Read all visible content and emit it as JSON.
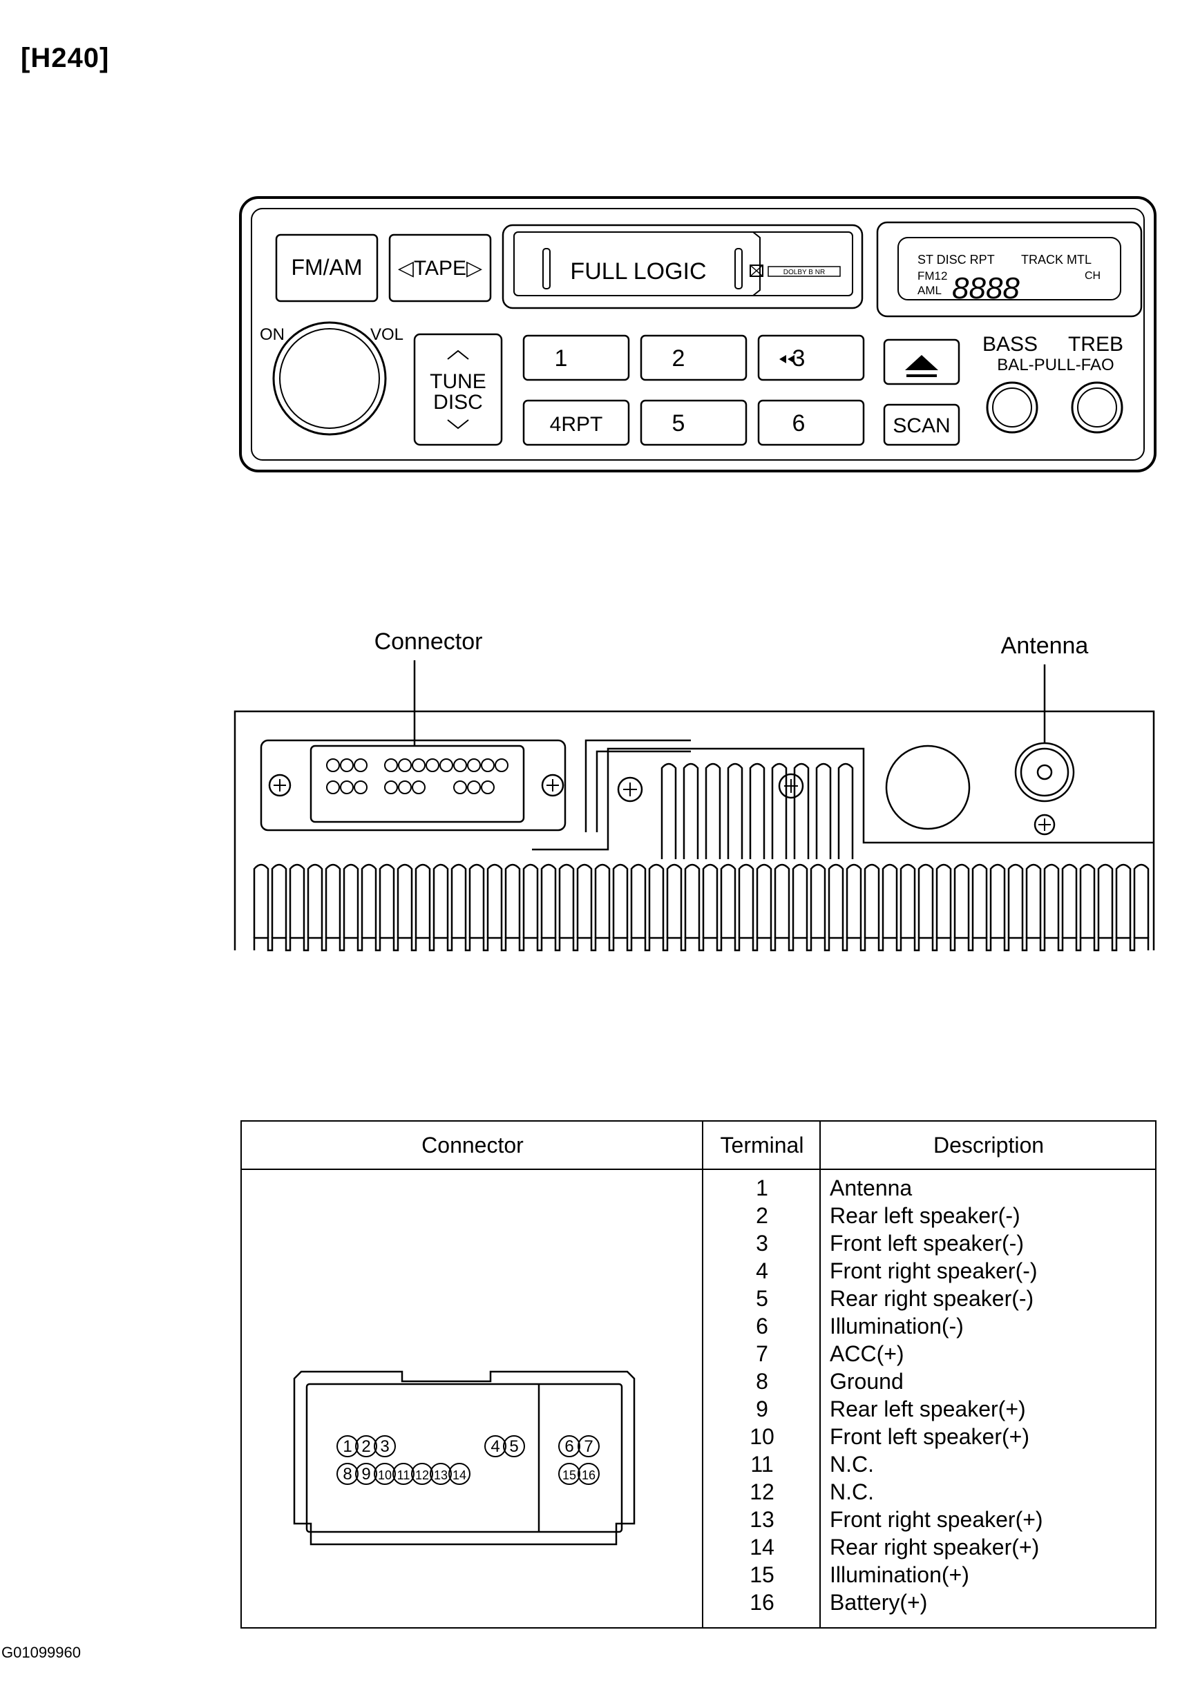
{
  "page_title": "[H240]",
  "figure_id": "G01099960",
  "front_panel": {
    "fm_am": "FM/AM",
    "tape": "◁TAPE▷",
    "full_logic": "FULL LOGIC",
    "dolby": "DOLBY B NR",
    "display_top": "ST DISC RPT",
    "display_track": "TRACK MTL",
    "display_fm": "FM12",
    "display_aml": "AML",
    "display_ch": "CH",
    "on": "ON",
    "vol": "VOL",
    "tune": "TUNE",
    "disc": "DISC",
    "preset_buttons": [
      "1",
      "2",
      "3",
      "4RPT",
      "5",
      "6"
    ],
    "scan": "SCAN",
    "bass": "BASS",
    "treb": "TREB",
    "bal": "BAL-PULL-FAO"
  },
  "rear_panel": {
    "connector_label": "Connector",
    "antenna_label": "Antenna"
  },
  "table": {
    "headers": [
      "Connector",
      "Terminal",
      "Description"
    ],
    "rows": [
      {
        "terminal": "1",
        "description": "Antenna"
      },
      {
        "terminal": "2",
        "description": "Rear left speaker(-)"
      },
      {
        "terminal": "3",
        "description": "Front left speaker(-)"
      },
      {
        "terminal": "4",
        "description": "Front right speaker(-)"
      },
      {
        "terminal": "5",
        "description": "Rear right speaker(-)"
      },
      {
        "terminal": "6",
        "description": "Illumination(-)"
      },
      {
        "terminal": "7",
        "description": "ACC(+)"
      },
      {
        "terminal": "8",
        "description": "Ground"
      },
      {
        "terminal": "9",
        "description": "Rear left speaker(+)"
      },
      {
        "terminal": "10",
        "description": "Front left speaker(+)"
      },
      {
        "terminal": "11",
        "description": "N.C."
      },
      {
        "terminal": "12",
        "description": "N.C."
      },
      {
        "terminal": "13",
        "description": "Front right speaker(+)"
      },
      {
        "terminal": "14",
        "description": "Rear right speaker(+)"
      },
      {
        "terminal": "15",
        "description": "Illumination(+)"
      },
      {
        "terminal": "16",
        "description": "Battery(+)"
      }
    ],
    "pin_labels_top": [
      "1",
      "2",
      "3",
      "4",
      "5",
      "6",
      "7"
    ],
    "pin_labels_bottom": [
      "8",
      "9",
      "10",
      "11",
      "12",
      "13",
      "14",
      "15",
      "16"
    ]
  }
}
